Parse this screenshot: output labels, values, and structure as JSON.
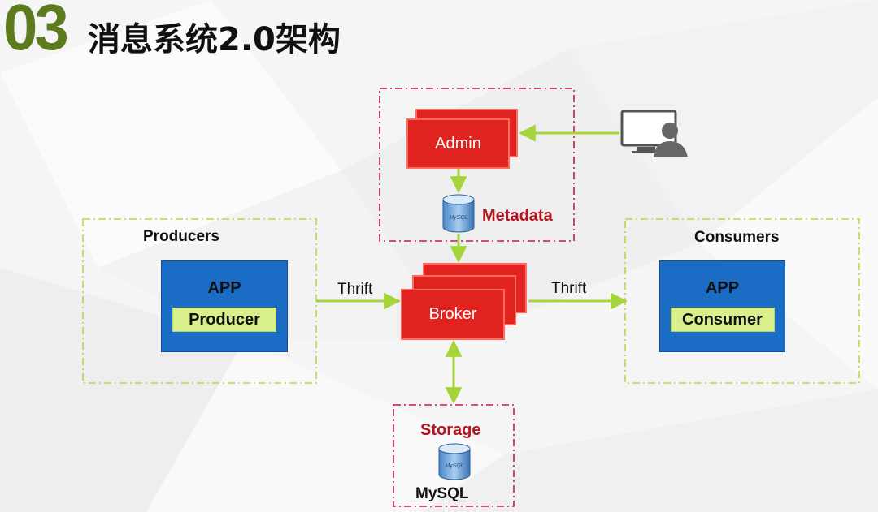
{
  "header": {
    "number": "03",
    "title": "消息系统2.0架构"
  },
  "diagram": {
    "admin": {
      "label": "Admin"
    },
    "metadata": {
      "label": "Metadata"
    },
    "broker": {
      "label": "Broker"
    },
    "producers": {
      "group_label": "Producers",
      "app_label": "APP",
      "component_label": "Producer"
    },
    "consumers": {
      "group_label": "Consumers",
      "app_label": "APP",
      "component_label": "Consumer"
    },
    "edges": {
      "producer_to_broker": "Thrift",
      "broker_to_consumer": "Thrift"
    },
    "storage": {
      "label": "Storage",
      "db_label": "MySQL"
    },
    "db_icon_text": "MySQL",
    "colors": {
      "red_box": "#e0231f",
      "blue_box": "#1a6cc4",
      "green_chip": "#d7f08a",
      "arrow": "#a6d53b",
      "dashed_green": "#b6d84a",
      "dashed_pink": "#c2185b",
      "header_number": "#5b7b1e",
      "accent_text": "#b3141e"
    }
  }
}
